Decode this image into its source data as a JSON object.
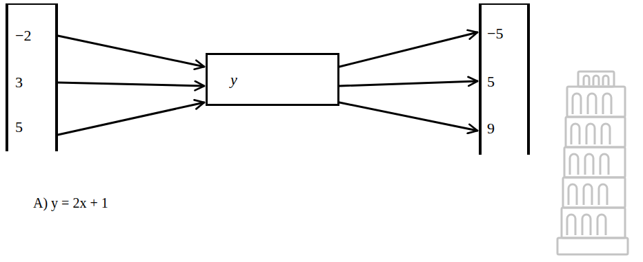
{
  "diagram": {
    "nodes": [
      {
        "text": [
          "−2",
          "3",
          "5"
        ]
      },
      {
        "text": [
          "y"
        ]
      },
      {
        "text": [
          "−5",
          "5",
          "9"
        ]
      }
    ],
    "edges": [
      {
        "from": 0,
        "to": 1,
        "arrow": "to"
      },
      {
        "from": 0,
        "to": 1,
        "arrow": "to"
      },
      {
        "from": 0,
        "to": 1,
        "arrow": "to"
      },
      {
        "from": 1,
        "to": 2,
        "arrow": "to"
      },
      {
        "from": 1,
        "to": 2,
        "arrow": "to"
      },
      {
        "from": 1,
        "to": 2,
        "arrow": "to"
      }
    ],
    "labels": [
      "A) y = 2x + 1"
    ]
  }
}
